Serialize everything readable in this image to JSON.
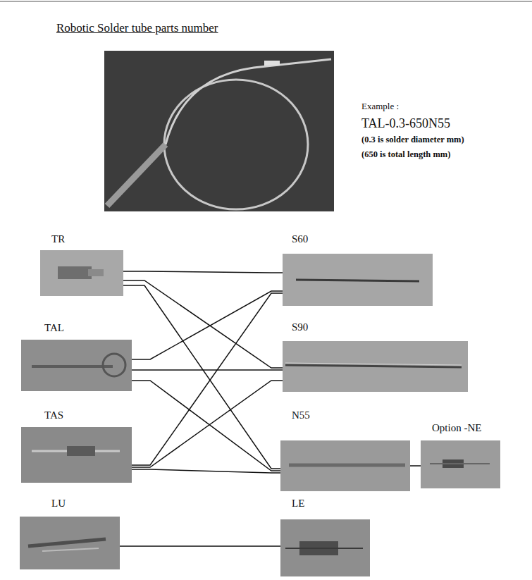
{
  "diagram": {
    "title": "Robotic Solder tube parts number",
    "nodes": [
      {
        "text": [
          "TR"
        ]
      },
      {
        "text": [
          "S60"
        ]
      },
      {
        "text": [
          "TAL"
        ]
      },
      {
        "text": [
          "S90"
        ]
      },
      {
        "text": [
          "TAS"
        ]
      },
      {
        "text": [
          "N55"
        ]
      },
      {
        "text": [
          "Option -NE"
        ]
      },
      {
        "text": [
          "LU"
        ]
      },
      {
        "text": [
          "LE"
        ]
      }
    ],
    "edges": [
      {
        "from": 0,
        "to": 1,
        "arrow": "none"
      },
      {
        "from": 0,
        "to": 3,
        "arrow": "none"
      },
      {
        "from": 0,
        "to": 5,
        "arrow": "none"
      },
      {
        "from": 2,
        "to": 1,
        "arrow": "none"
      },
      {
        "from": 2,
        "to": 3,
        "arrow": "none"
      },
      {
        "from": 2,
        "to": 5,
        "arrow": "none"
      },
      {
        "from": 4,
        "to": 1,
        "arrow": "none"
      },
      {
        "from": 4,
        "to": 3,
        "arrow": "none"
      },
      {
        "from": 4,
        "to": 5,
        "arrow": "none"
      },
      {
        "from": 5,
        "to": 6,
        "arrow": "none"
      },
      {
        "from": 7,
        "to": 8,
        "arrow": "none"
      }
    ],
    "labels": [
      "Example :",
      "TAL-0.3-650N55",
      "(0.3 is solder diameter mm)",
      "(650 is total length mm)"
    ]
  }
}
